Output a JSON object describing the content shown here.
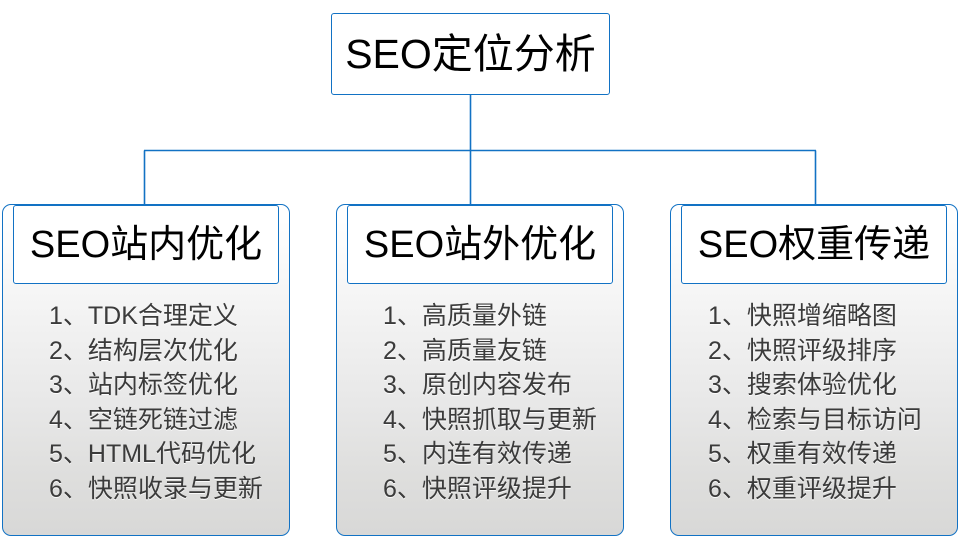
{
  "diagram": {
    "type": "organization-tree",
    "title": "SEO定位分析",
    "accent_color": "#1272c4",
    "header_text_color": "#000000",
    "list_text_color": "#3b3b3b",
    "background_color": "#ffffff",
    "branches": [
      {
        "header": "SEO站内优化",
        "items": [
          "1、TDK合理定义",
          "2、结构层次优化",
          "3、站内标签优化",
          "4、空链死链过滤",
          "5、HTML代码优化",
          "6、快照收录与更新"
        ]
      },
      {
        "header": "SEO站外优化",
        "items": [
          "1、高质量外链",
          "2、高质量友链",
          "3、原创内容发布",
          "4、快照抓取与更新",
          "5、内连有效传递",
          "6、快照评级提升"
        ]
      },
      {
        "header": "SEO权重传递",
        "items": [
          "1、快照增缩略图",
          "2、快照评级排序",
          "3、搜索体验优化",
          "4、检索与目标访问",
          "5、权重有效传递",
          "6、权重评级提升"
        ]
      }
    ]
  }
}
